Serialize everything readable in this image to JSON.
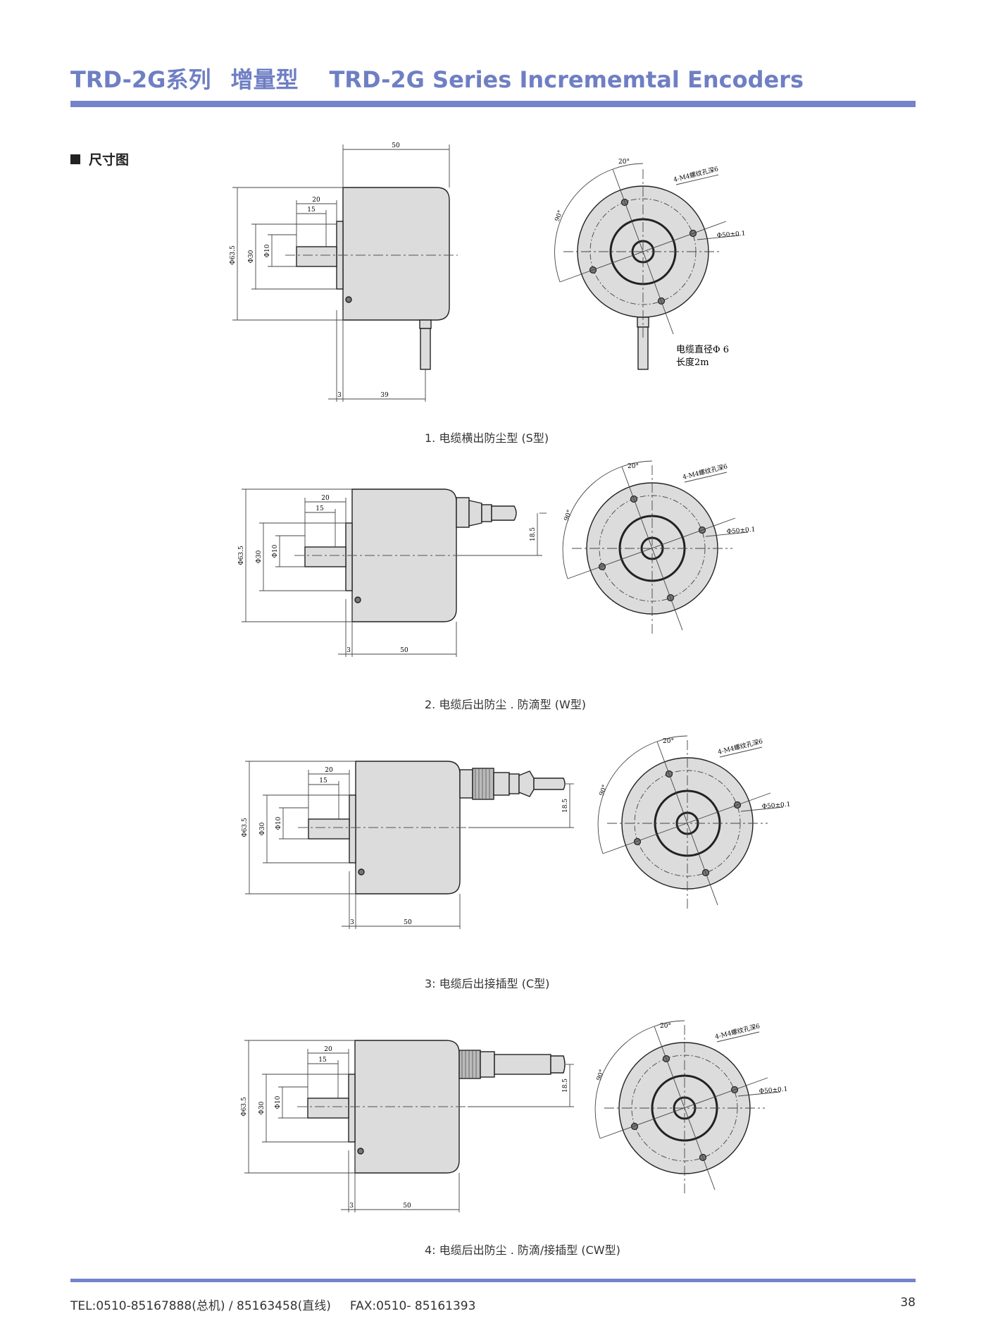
{
  "header": {
    "title_cn": "TRD-2G系列",
    "type_cn": "增量型",
    "title_en": "TRD-2G  Series Incrememtal  Encoders"
  },
  "section": {
    "title": "尺寸图"
  },
  "colors": {
    "accent": "#7483cb",
    "title": "#6f7fc4",
    "body_fill": "#dcdcdc",
    "line": "#222222"
  },
  "drawings": [
    {
      "caption": "1. 电缆横出防尘型 (S型)",
      "dims": {
        "length": "50",
        "shaft_length": "20",
        "flat_length": "15",
        "dia_body": "Φ63.5",
        "dia_spigot": "Φ30",
        "dia_shaft": "Φ10",
        "flange": "3",
        "cable_pos": "39"
      },
      "front": {
        "angle_a": "20°",
        "angle_b": "90°",
        "holes": "4-M4螺纹孔深6",
        "pcd": "Φ50±0.1",
        "cable_note_1": "电缆直径Φ 6",
        "cable_note_2": "长度2m"
      }
    },
    {
      "caption": "2. 电缆后出防尘 . 防滴型 (W型)",
      "dims": {
        "length": "50",
        "shaft_length": "20",
        "flat_length": "15",
        "dia_body": "Φ63.5",
        "dia_spigot": "Φ30",
        "dia_shaft": "Φ10",
        "flange": "3",
        "offset": "18.5"
      },
      "front": {
        "angle_a": "20°",
        "angle_b": "90°",
        "holes": "4-M4螺纹孔深6",
        "pcd": "Φ50±0.1"
      }
    },
    {
      "caption": "3: 电缆后出接插型 (C型)",
      "dims": {
        "length": "50",
        "shaft_length": "20",
        "flat_length": "15",
        "dia_body": "Φ63.5",
        "dia_spigot": "Φ30",
        "dia_shaft": "Φ10",
        "flange": "3",
        "offset": "18.5"
      },
      "front": {
        "angle_a": "20°",
        "angle_b": "90°",
        "holes": "4-M4螺纹孔深6",
        "pcd": "Φ50±0.1"
      }
    },
    {
      "caption": "4: 电缆后出防尘   . 防滴/接插型 (CW型)",
      "dims": {
        "length": "50",
        "shaft_length": "20",
        "flat_length": "15",
        "dia_body": "Φ63.5",
        "dia_spigot": "Φ30",
        "dia_shaft": "Φ10",
        "flange": "3",
        "offset": "18.5"
      },
      "front": {
        "angle_a": "20°",
        "angle_b": "90°",
        "holes": "4-M4螺纹孔深6",
        "pcd": "Φ50±0.1"
      }
    }
  ],
  "footer": {
    "contact": "TEL:0510-85167888(总机) / 85163458(直线)     FAX:0510- 85161393",
    "page": "38"
  }
}
